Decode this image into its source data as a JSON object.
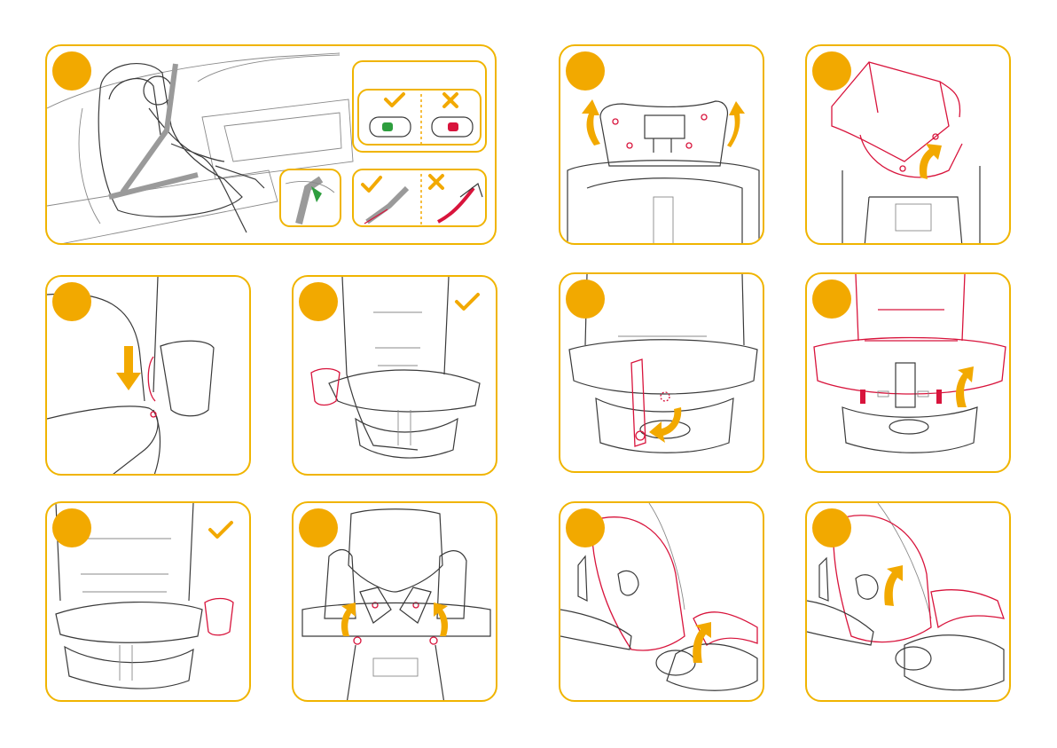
{
  "colors": {
    "panel_border": "#f0b400",
    "badge": "#f2a900",
    "ok": "#2e9e3e",
    "error": "#d8143c",
    "line": "#3a3a3a"
  },
  "icons": {
    "correct": "check-icon",
    "incorrect": "cross-icon",
    "direction": "arrow-icon"
  },
  "panels": [
    {
      "id": "install-in-car",
      "shows": [
        "child-in-seat",
        "check-icon",
        "cross-icon"
      ]
    },
    {
      "id": "headrest-back-release"
    },
    {
      "id": "headrest-cover-remove"
    },
    {
      "id": "cup-holder-attach"
    },
    {
      "id": "cup-holder-right-ok",
      "shows": [
        "check-icon"
      ]
    },
    {
      "id": "base-strap-release"
    },
    {
      "id": "base-cover-release"
    },
    {
      "id": "cup-holder-left-ok",
      "shows": [
        "check-icon"
      ]
    },
    {
      "id": "headrest-hooks-release"
    },
    {
      "id": "backrest-cover-pull"
    },
    {
      "id": "seat-cover-lift"
    }
  ]
}
